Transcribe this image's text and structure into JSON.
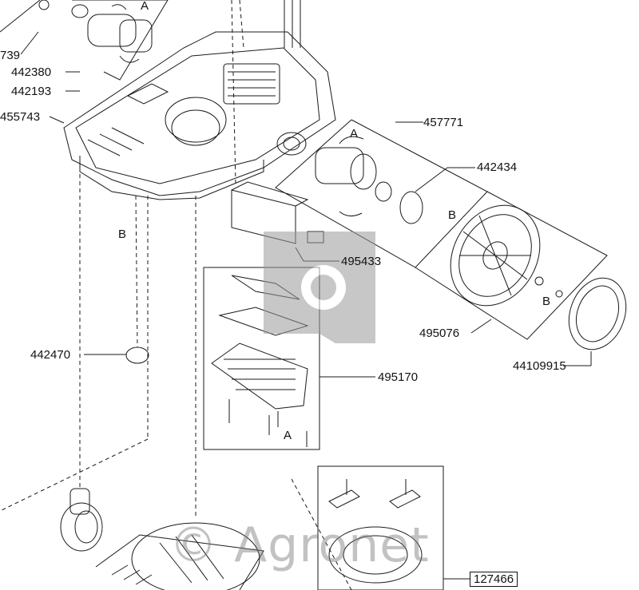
{
  "labels": {
    "p739": "739",
    "p442380": "442380",
    "p442193": "442193",
    "p455743": "455743",
    "p457771": "457771",
    "p442434": "442434",
    "p495433": "495433",
    "p495076": "495076",
    "p44109915": "44109915",
    "p442470": "442470",
    "p495170": "495170",
    "p127466": "127466"
  },
  "letters": {
    "a_top": "A",
    "a_motor": "A",
    "a_battery": "A",
    "b_motor": "B",
    "b_wheel": "B",
    "b_chassis": "B"
  },
  "watermark": "© Agronet",
  "colors": {
    "line": "#1a1a1a",
    "logo": "#9a9a9a",
    "watermark": "#8a8a8a"
  }
}
